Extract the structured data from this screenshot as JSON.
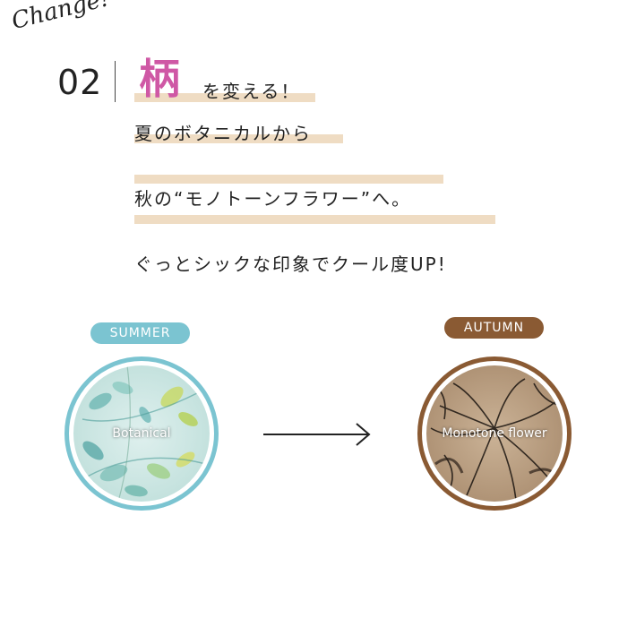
{
  "header": {
    "change_word": "Change!",
    "number": "02",
    "kanji": "柄",
    "kanji_tail": "を変える！",
    "lines": [
      "夏のボタニカルから",
      "秋の“モノトーンフラワー”へ。",
      "ぐっとシックな印象でクール度UP!"
    ]
  },
  "summer": {
    "badge": "SUMMER",
    "label": "Botanical"
  },
  "autumn": {
    "badge": "AUTUMN",
    "label": "Monotone flower"
  },
  "colors": {
    "accent_pink": "#cf58a5",
    "highlight": "#efdcc3",
    "summer_teal": "#7bc4d1",
    "autumn_brown": "#8a5a33"
  }
}
